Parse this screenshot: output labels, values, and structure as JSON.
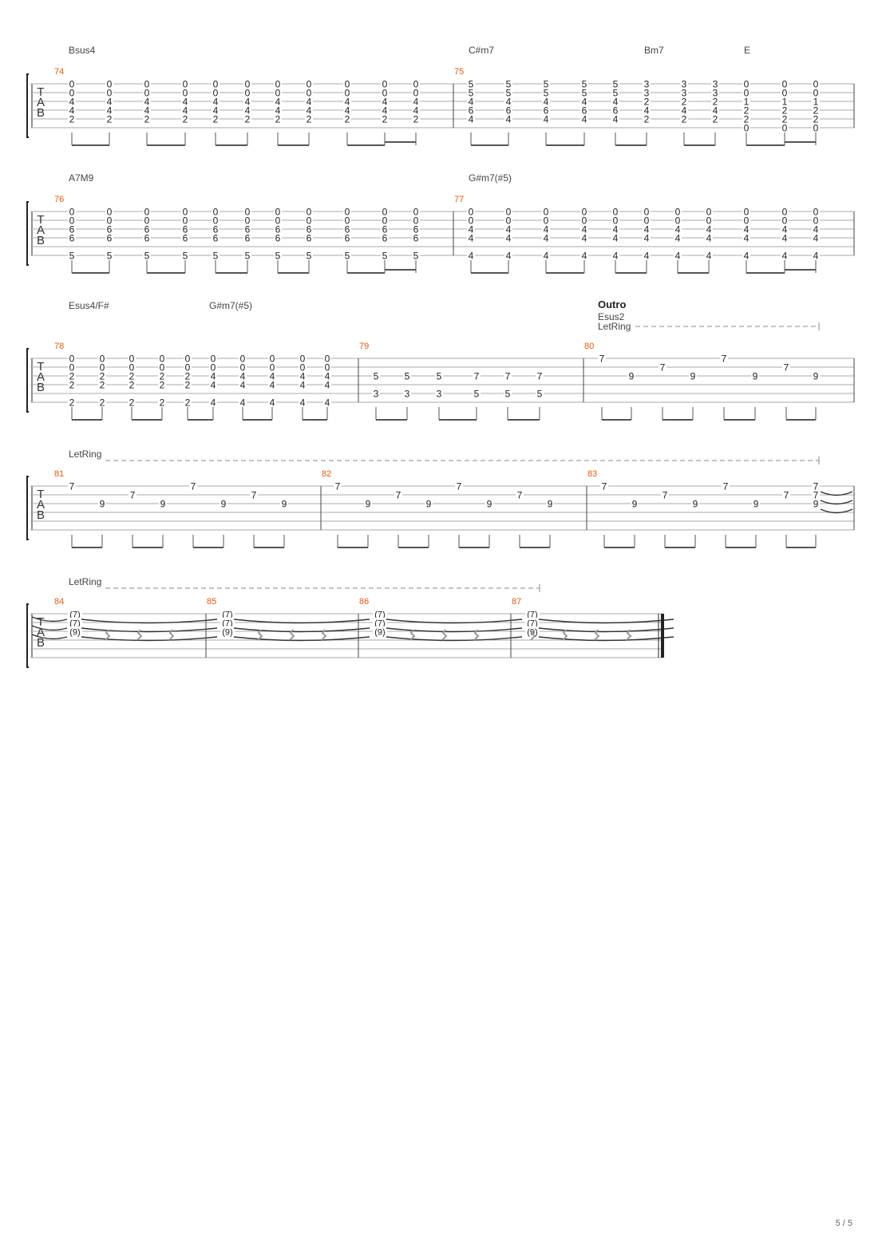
{
  "document": {
    "type": "guitar-tablature",
    "page_indicator": "5 / 5",
    "tab_clef": [
      "T",
      "A",
      "B"
    ],
    "colors": {
      "measure_number": "#e8590c",
      "notes": "#222222",
      "staff_lines": "#aaaaaa",
      "rest": "#999999"
    }
  },
  "systems": [
    {
      "id": 1,
      "chords": [
        "Bsus4",
        "C#m7",
        "Bm7",
        "E"
      ],
      "measures": [
        {
          "number": "74",
          "beats": [
            [
              "0",
              "0",
              "4",
              "4",
              "2",
              ""
            ],
            [
              "0",
              "0",
              "4",
              "4",
              "2",
              ""
            ],
            [
              "0",
              "0",
              "4",
              "4",
              "2",
              ""
            ],
            [
              "0",
              "0",
              "4",
              "4",
              "2",
              ""
            ],
            [
              "0",
              "0",
              "4",
              "4",
              "2",
              ""
            ],
            [
              "0",
              "0",
              "4",
              "4",
              "2",
              ""
            ],
            [
              "0",
              "0",
              "4",
              "4",
              "2",
              ""
            ],
            [
              "0",
              "0",
              "4",
              "4",
              "2",
              ""
            ],
            [
              "0",
              "0",
              "4",
              "4",
              "2",
              ""
            ],
            [
              "0",
              "0",
              "4",
              "4",
              "2",
              ""
            ],
            [
              "0",
              "0",
              "4",
              "4",
              "2",
              ""
            ]
          ]
        },
        {
          "number": "75",
          "beats": [
            [
              "5",
              "5",
              "4",
              "6",
              "4",
              ""
            ],
            [
              "5",
              "5",
              "4",
              "6",
              "4",
              ""
            ],
            [
              "5",
              "5",
              "4",
              "6",
              "4",
              ""
            ],
            [
              "5",
              "5",
              "4",
              "6",
              "4",
              ""
            ],
            [
              "5",
              "5",
              "4",
              "6",
              "4",
              ""
            ],
            [
              "3",
              "3",
              "2",
              "4",
              "2",
              ""
            ],
            [
              "3",
              "3",
              "2",
              "4",
              "2",
              ""
            ],
            [
              "3",
              "3",
              "2",
              "4",
              "2",
              ""
            ],
            [
              "0",
              "0",
              "1",
              "2",
              "2",
              "0"
            ],
            [
              "0",
              "0",
              "1",
              "2",
              "2",
              "0"
            ],
            [
              "0",
              "0",
              "1",
              "2",
              "2",
              "0"
            ]
          ]
        }
      ]
    },
    {
      "id": 2,
      "chords": [
        "A7M9",
        "G#m7(#5)"
      ],
      "measures": [
        {
          "number": "76",
          "beats": [
            [
              "0",
              "0",
              "6",
              "6",
              "",
              "5"
            ],
            [
              "0",
              "0",
              "6",
              "6",
              "",
              "5"
            ],
            [
              "0",
              "0",
              "6",
              "6",
              "",
              "5"
            ],
            [
              "0",
              "0",
              "6",
              "6",
              "",
              "5"
            ],
            [
              "0",
              "0",
              "6",
              "6",
              "",
              "5"
            ],
            [
              "0",
              "0",
              "6",
              "6",
              "",
              "5"
            ],
            [
              "0",
              "0",
              "6",
              "6",
              "",
              "5"
            ],
            [
              "0",
              "0",
              "6",
              "6",
              "",
              "5"
            ],
            [
              "0",
              "0",
              "6",
              "6",
              "",
              "5"
            ],
            [
              "0",
              "0",
              "6",
              "6",
              "",
              "5"
            ],
            [
              "0",
              "0",
              "6",
              "6",
              "",
              "5"
            ]
          ]
        },
        {
          "number": "77",
          "beats": [
            [
              "0",
              "0",
              "4",
              "4",
              "",
              "4"
            ],
            [
              "0",
              "0",
              "4",
              "4",
              "",
              "4"
            ],
            [
              "0",
              "0",
              "4",
              "4",
              "",
              "4"
            ],
            [
              "0",
              "0",
              "4",
              "4",
              "",
              "4"
            ],
            [
              "0",
              "0",
              "4",
              "4",
              "",
              "4"
            ],
            [
              "0",
              "0",
              "4",
              "4",
              "",
              "4"
            ],
            [
              "0",
              "0",
              "4",
              "4",
              "",
              "4"
            ],
            [
              "0",
              "0",
              "4",
              "4",
              "",
              "4"
            ],
            [
              "0",
              "0",
              "4",
              "4",
              "",
              "4"
            ],
            [
              "0",
              "0",
              "4",
              "4",
              "",
              "4"
            ],
            [
              "0",
              "0",
              "4",
              "4",
              "",
              "4"
            ]
          ]
        }
      ]
    },
    {
      "id": 3,
      "chords": [
        "Esus4/F#",
        "G#m7(#5)"
      ],
      "section": "Outro",
      "section_chord": "Esus2",
      "let_ring": "LetRing",
      "measures": [
        {
          "number": "78",
          "beats": [
            [
              "0",
              "0",
              "2",
              "2",
              "",
              "2"
            ],
            [
              "0",
              "0",
              "2",
              "2",
              "",
              "2"
            ],
            [
              "0",
              "0",
              "2",
              "2",
              "",
              "2"
            ],
            [
              "0",
              "0",
              "2",
              "2",
              "",
              "2"
            ],
            [
              "0",
              "0",
              "2",
              "2",
              "",
              "2"
            ],
            [
              "0",
              "0",
              "4",
              "4",
              "",
              "4"
            ],
            [
              "0",
              "0",
              "4",
              "4",
              "",
              "4"
            ],
            [
              "0",
              "0",
              "4",
              "4",
              "",
              "4"
            ],
            [
              "0",
              "0",
              "4",
              "4",
              "",
              "4"
            ],
            [
              "0",
              "0",
              "4",
              "4",
              "",
              "4"
            ]
          ]
        },
        {
          "number": "79",
          "beats": [
            [
              "",
              "",
              "5",
              "",
              "3",
              ""
            ],
            [
              "",
              "",
              "5",
              "",
              "3",
              ""
            ],
            [
              "",
              "",
              "5",
              "",
              "3",
              ""
            ],
            [
              "",
              "",
              "7",
              "",
              "5",
              ""
            ],
            [
              "",
              "",
              "7",
              "",
              "5",
              ""
            ],
            [
              "",
              "",
              "7",
              "",
              "5",
              ""
            ]
          ]
        },
        {
          "number": "80",
          "beats": [
            [
              "7",
              "",
              "",
              "",
              "",
              ""
            ],
            [
              "",
              "",
              "9",
              "",
              "",
              ""
            ],
            [
              "",
              "7",
              "",
              "",
              "",
              ""
            ],
            [
              "",
              "",
              "9",
              "",
              "",
              ""
            ],
            [
              "7",
              "",
              "",
              "",
              "",
              ""
            ],
            [
              "",
              "",
              "9",
              "",
              "",
              ""
            ],
            [
              "",
              "7",
              "",
              "",
              "",
              ""
            ],
            [
              "",
              "",
              "9",
              "",
              "",
              ""
            ]
          ]
        }
      ]
    },
    {
      "id": 4,
      "let_ring": "LetRing",
      "measures": [
        {
          "number": "81",
          "beats": [
            [
              "7",
              "",
              "",
              "",
              "",
              ""
            ],
            [
              "",
              "",
              "9",
              "",
              "",
              ""
            ],
            [
              "",
              "7",
              "",
              "",
              "",
              ""
            ],
            [
              "",
              "",
              "9",
              "",
              "",
              ""
            ],
            [
              "7",
              "",
              "",
              "",
              "",
              ""
            ],
            [
              "",
              "",
              "9",
              "",
              "",
              ""
            ],
            [
              "",
              "7",
              "",
              "",
              "",
              ""
            ],
            [
              "",
              "",
              "9",
              "",
              "",
              ""
            ]
          ]
        },
        {
          "number": "82",
          "beats": [
            [
              "7",
              "",
              "",
              "",
              "",
              ""
            ],
            [
              "",
              "",
              "9",
              "",
              "",
              ""
            ],
            [
              "",
              "7",
              "",
              "",
              "",
              ""
            ],
            [
              "",
              "",
              "9",
              "",
              "",
              ""
            ],
            [
              "7",
              "",
              "",
              "",
              "",
              ""
            ],
            [
              "",
              "",
              "9",
              "",
              "",
              ""
            ],
            [
              "",
              "7",
              "",
              "",
              "",
              ""
            ],
            [
              "",
              "",
              "9",
              "",
              "",
              ""
            ]
          ]
        },
        {
          "number": "83",
          "beats": [
            [
              "7",
              "",
              "",
              "",
              "",
              ""
            ],
            [
              "",
              "",
              "9",
              "",
              "",
              ""
            ],
            [
              "",
              "7",
              "",
              "",
              "",
              ""
            ],
            [
              "",
              "",
              "9",
              "",
              "",
              ""
            ],
            [
              "7",
              "",
              "",
              "",
              "",
              ""
            ],
            [
              "",
              "",
              "9",
              "",
              "",
              ""
            ],
            [
              "",
              "7",
              "",
              "",
              "",
              ""
            ],
            [
              "7",
              "7",
              "9",
              "",
              "",
              ""
            ]
          ]
        }
      ]
    },
    {
      "id": 5,
      "let_ring": "LetRing",
      "measures": [
        {
          "number": "84",
          "held": [
            "(7)",
            "(7)",
            "(9)"
          ]
        },
        {
          "number": "85",
          "held": [
            "(7)",
            "(7)",
            "(9)"
          ]
        },
        {
          "number": "86",
          "held": [
            "(7)",
            "(7)",
            "(9)"
          ]
        },
        {
          "number": "87",
          "held": [
            "(7)",
            "(7)",
            "(9)"
          ]
        }
      ]
    }
  ]
}
